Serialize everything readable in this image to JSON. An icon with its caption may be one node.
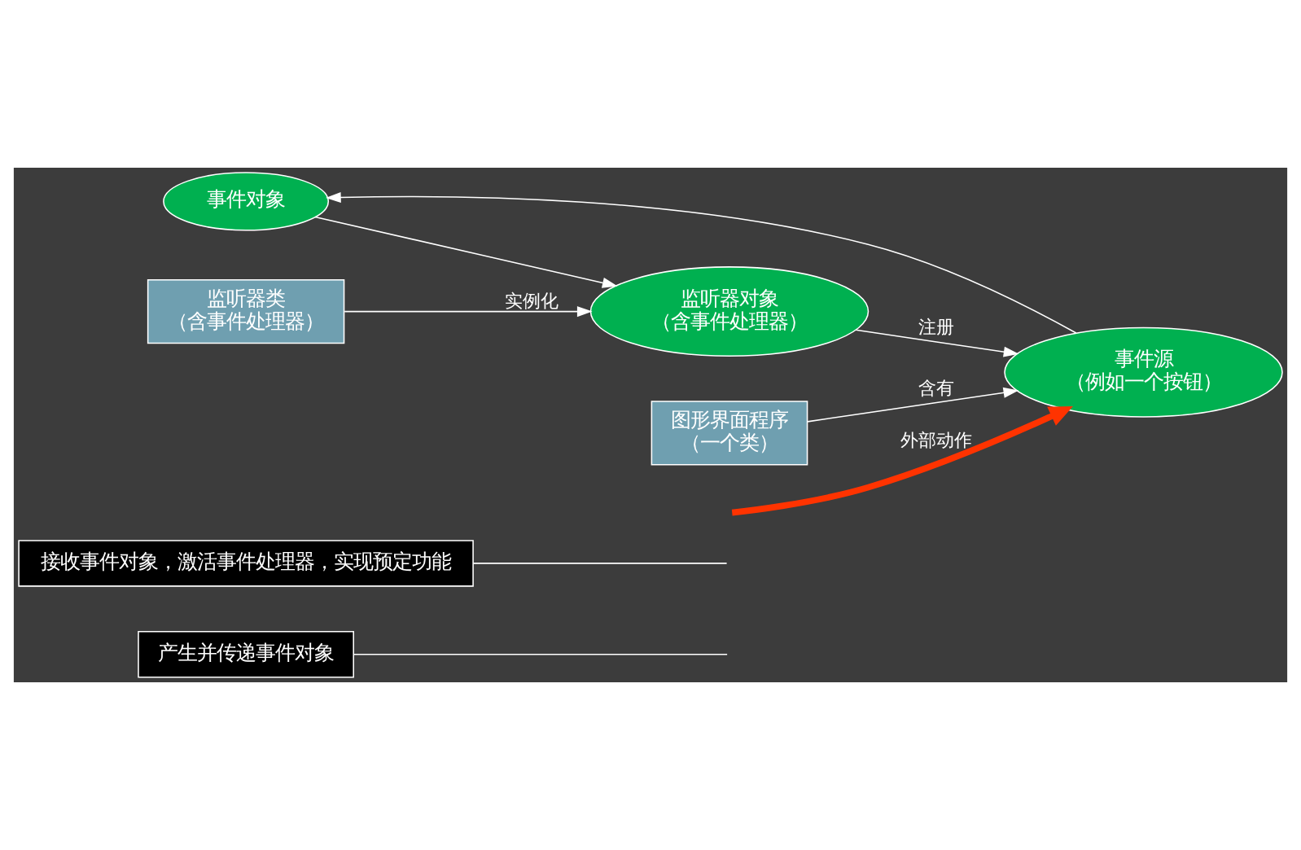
{
  "diagram": {
    "nodes": [
      {
        "text": [
          "产生并传递事件对象"
        ]
      },
      {
        "text": [
          "接收事件对象，激活事件处理器，实现预定功能"
        ]
      },
      {
        "text": [
          "事件对象"
        ]
      },
      {
        "text": [
          "事件源",
          "（例如一个按钮）"
        ]
      },
      {
        "text": [
          "监听器对象",
          "（含事件处理器）"
        ]
      },
      {
        "text": [
          "监听器类",
          "（含事件处理器）"
        ]
      },
      {
        "text": [
          "图形界面程序",
          "（一个类）"
        ]
      }
    ],
    "edges": [
      {
        "from": null,
        "to": 3,
        "arrow": "to",
        "label": "外部动作",
        "style": "thick",
        "color": "#ff3300"
      },
      {
        "from": 3,
        "to": 2,
        "arrow": "to"
      },
      {
        "from": 2,
        "to": 4,
        "arrow": "to"
      },
      {
        "from": 4,
        "to": 3,
        "arrow": "to",
        "label": "注册"
      },
      {
        "from": 5,
        "to": 4,
        "arrow": "to",
        "label": "实例化"
      },
      {
        "from": 6,
        "to": 3,
        "arrow": "to",
        "label": "含有"
      },
      {
        "from": 0,
        "to": null,
        "arrow": "none"
      },
      {
        "from": 1,
        "to": null,
        "arrow": "none"
      }
    ]
  }
}
